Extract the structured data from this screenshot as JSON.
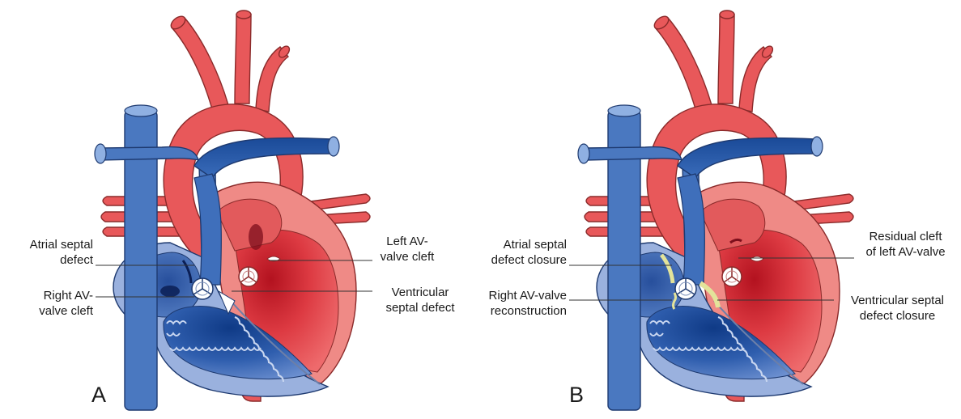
{
  "colors": {
    "artery": "#e8585a",
    "artery_outline": "#8a2a2a",
    "vein": "#4a78c0",
    "vein_dark": "#163d8a",
    "vein_outline": "#1e3a70",
    "myocardium_left": "#ef8a86",
    "myocardium_right": "#9ab1de",
    "patch": "#e3e39a",
    "leader": "#333333"
  },
  "panels": [
    {
      "letter": "A",
      "labels": {
        "asd": "Atrial septal\ndefect",
        "left_av": "Left AV-\nvalve cleft",
        "right_av": "Right AV-\nvalve cleft",
        "vsd": "Ventricular\nseptal defect"
      }
    },
    {
      "letter": "B",
      "labels": {
        "asd": "Atrial septal\ndefect closure",
        "left_av": "Residual cleft\nof left AV-valve",
        "right_av": "Right AV-valve\nreconstruction",
        "vsd": "Ventricular septal\ndefect closure"
      }
    }
  ]
}
